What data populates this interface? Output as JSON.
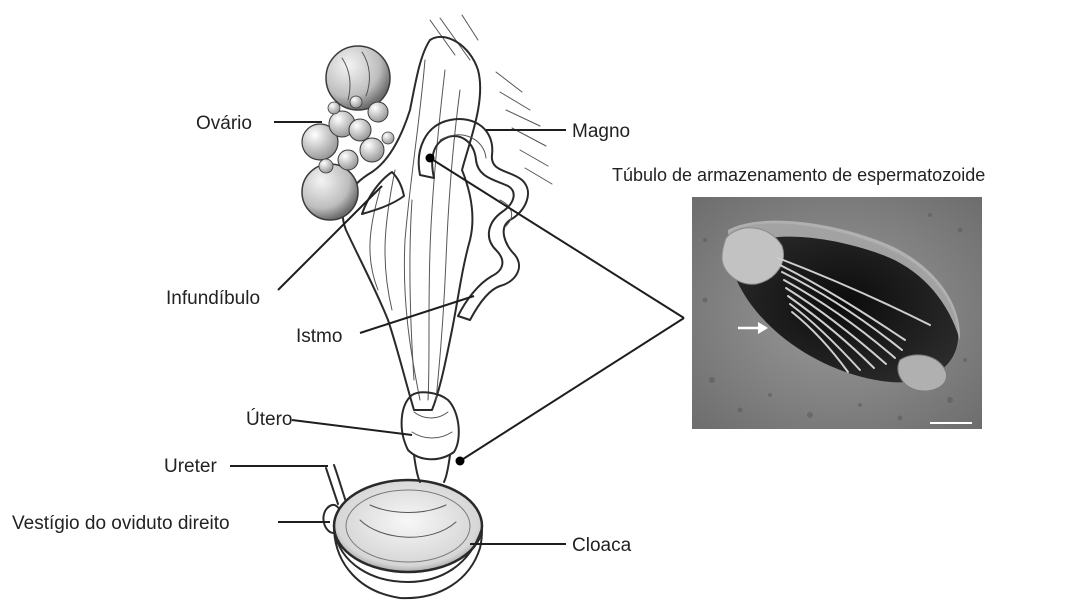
{
  "labels": {
    "ovario": "Ovário",
    "magno": "Magno",
    "infundibulo": "Infundíbulo",
    "istmo": "Istmo",
    "utero": "Útero",
    "ureter": "Ureter",
    "vestigio": "Vestígio do oviduto direito",
    "cloaca": "Cloaca"
  },
  "micrograph": {
    "title": "Túbulo de armazenamento de espermatozoide"
  }
}
